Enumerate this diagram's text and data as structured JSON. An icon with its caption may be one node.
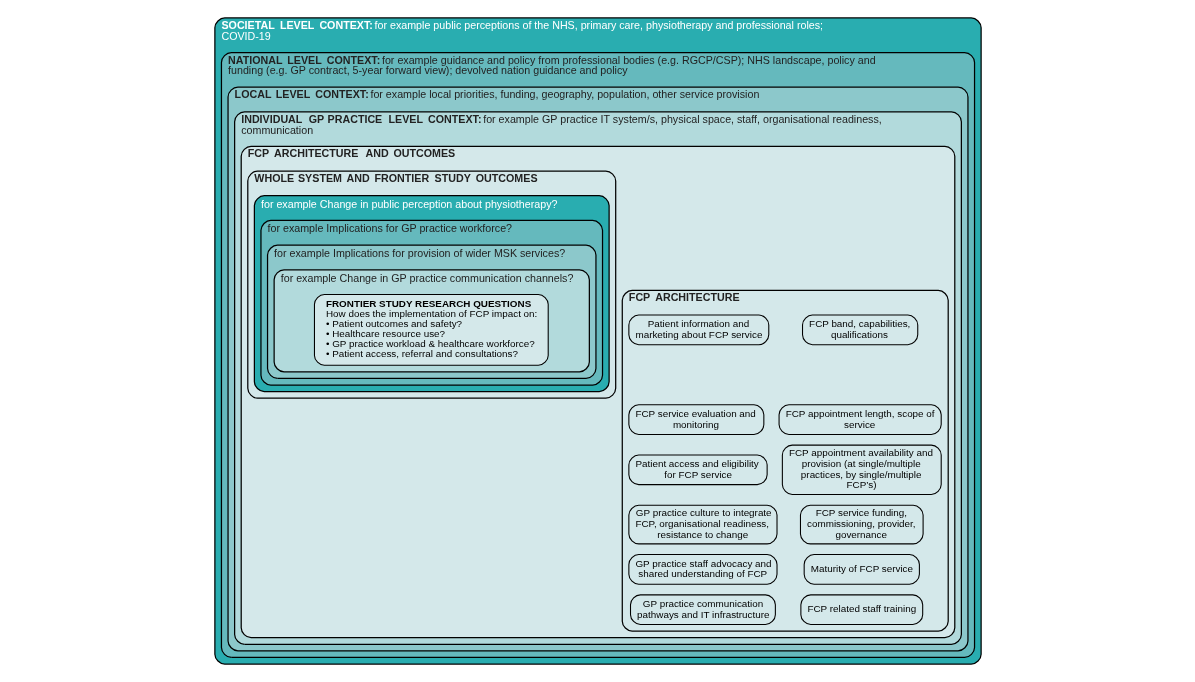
{
  "diagram": {
    "nodes": [
      {
        "text": [
          "SOCIETAL LEVEL CONTEXT:",
          "for example public perceptions of the NHS, primary care, physiotherapy and professional roles; COVID-19"
        ]
      },
      {
        "text": [
          "NATIONAL LEVEL CONTEXT:",
          "for example guidance and policy from professional bodies (e.g. RGCP/CSP); NHS landscape, policy and funding (e.g. GP contract, 5-year forward view); devolved nation guidance and policy"
        ],
        "in": 0
      },
      {
        "text": [
          "LOCAL LEVEL CONTEXT:",
          "for example local priorities, funding, geography, population, other service provision"
        ],
        "in": 1
      },
      {
        "text": [
          "INDIVIDUAL GP PRACTICE LEVEL CONTEXT:",
          "for example GP practice IT system/s, physical space, staff, organisational readiness, communication"
        ],
        "in": 2
      },
      {
        "text": [
          "FCP ARCHITECTURE AND OUTCOMES"
        ],
        "in": 3
      },
      {
        "text": [
          "FCP ARCHITECTURE"
        ],
        "in": 4
      },
      {
        "text": [
          "FCP band, capabilities, qualifications"
        ],
        "in": 5
      },
      {
        "text": [
          "Patient information and marketing about FCP service"
        ],
        "in": 5
      },
      {
        "text": [
          "FCP service evaluation and monitoring"
        ],
        "in": 5
      },
      {
        "text": [
          "FCP appointment length, scope of service"
        ],
        "in": 5
      },
      {
        "text": [
          "Patient access and eligibility for FCP service"
        ],
        "in": 5
      },
      {
        "text": [
          "FCP appointment availability and provision (at single/multiple practices, by single/multiple FCP’s)"
        ],
        "in": 5
      },
      {
        "text": [
          "GP practice culture to integrate FCP, organisational readiness, resistance to change"
        ],
        "in": 5
      },
      {
        "text": [
          "FCP service funding, commissioning, provider, governance"
        ],
        "in": 5
      },
      {
        "text": [
          "GP practice staff advocacy and shared understanding of FCP"
        ],
        "in": 5
      },
      {
        "text": [
          "Maturity of FCP service"
        ],
        "in": 5
      },
      {
        "text": [
          "GP practice communication pathways and IT infrastructure"
        ],
        "in": 5
      },
      {
        "text": [
          "FCP related staff training"
        ],
        "in": 5
      },
      {
        "text": [
          "WHOLE SYSTEM AND FRONTIER STUDY OUTCOMES"
        ],
        "in": 4
      },
      {
        "text": [
          "for example Change in public perception about physiotherapy?"
        ],
        "in": 18
      },
      {
        "text": [
          "for example Implications for GP practice workforce?"
        ],
        "in": 19
      },
      {
        "text": [
          "for example Implications for provision of wider MSK services?"
        ],
        "in": 20
      },
      {
        "text": [
          "for example Change in GP practice communication channels?"
        ],
        "in": 21
      },
      {
        "text": [
          "FRONTIER STUDY RESEARCH QUESTIONS",
          "How does the implementation of FCP impact on:",
          "• Patient outcomes and safety?",
          "• Healthcare resource use?",
          "• GP practice workload & healthcare workforce?",
          "• Patient access, referral and consultations?"
        ],
        "in": 22
      }
    ],
    "edges": []
  }
}
